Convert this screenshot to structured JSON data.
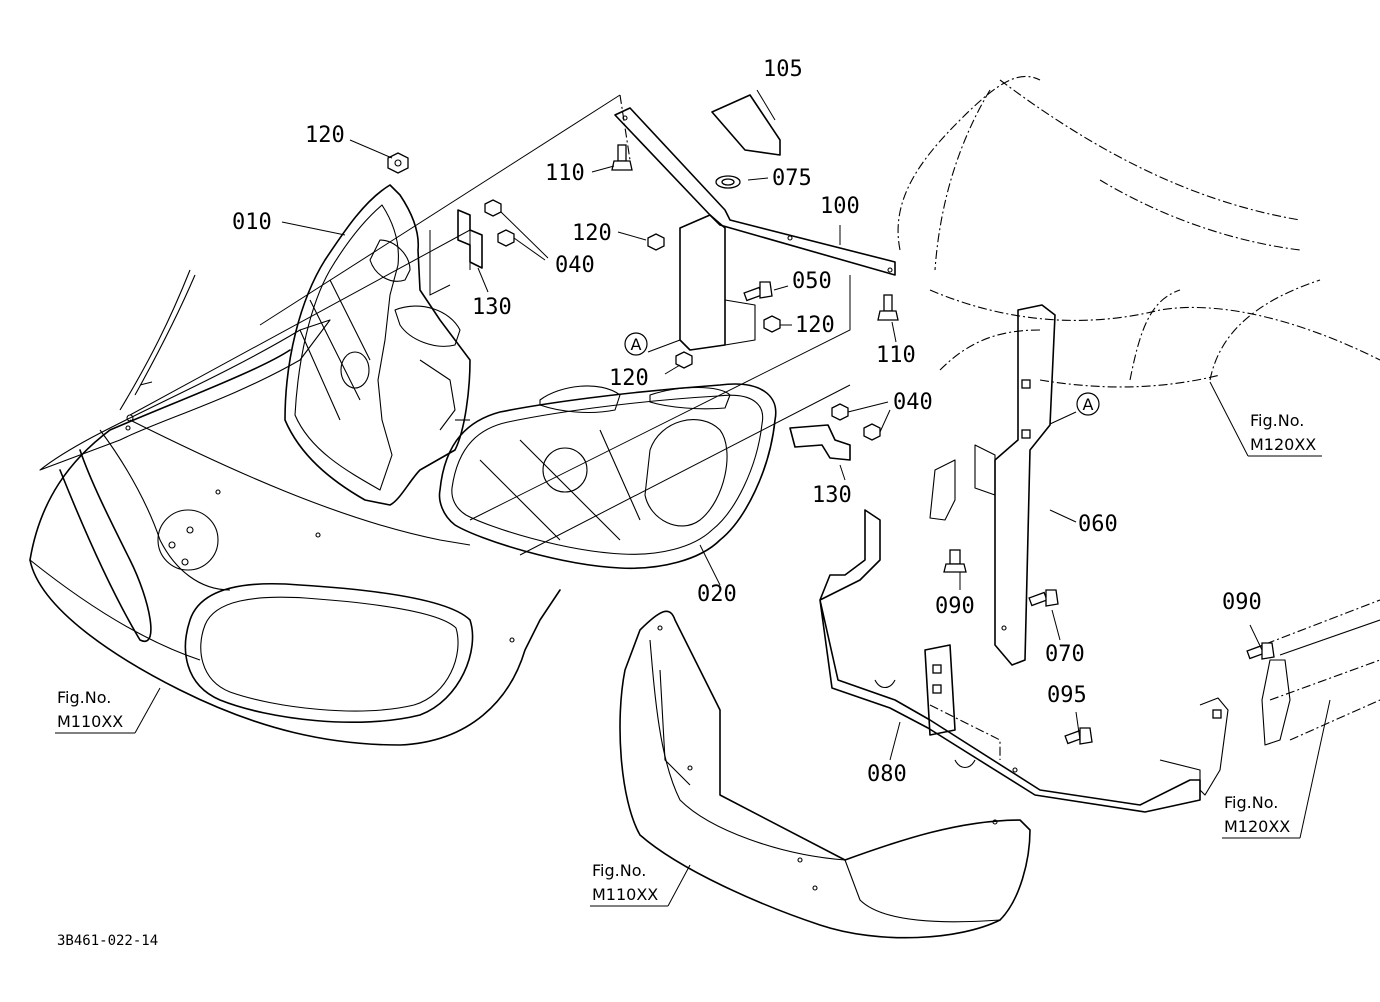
{
  "diagram_code": "3B461-022-14",
  "parts": [
    {
      "id": "p010",
      "number": "010"
    },
    {
      "id": "p020",
      "number": "020"
    },
    {
      "id": "p040a",
      "number": "040"
    },
    {
      "id": "p040b",
      "number": "040"
    },
    {
      "id": "p050",
      "number": "050"
    },
    {
      "id": "p060",
      "number": "060"
    },
    {
      "id": "p070",
      "number": "070"
    },
    {
      "id": "p075",
      "number": "075"
    },
    {
      "id": "p080",
      "number": "080"
    },
    {
      "id": "p090a",
      "number": "090"
    },
    {
      "id": "p090b",
      "number": "090"
    },
    {
      "id": "p095",
      "number": "095"
    },
    {
      "id": "p100",
      "number": "100"
    },
    {
      "id": "p105",
      "number": "105"
    },
    {
      "id": "p110a",
      "number": "110"
    },
    {
      "id": "p110b",
      "number": "110"
    },
    {
      "id": "p120a",
      "number": "120"
    },
    {
      "id": "p120b",
      "number": "120"
    },
    {
      "id": "p120c",
      "number": "120"
    },
    {
      "id": "p120d",
      "number": "120"
    },
    {
      "id": "p130a",
      "number": "130"
    },
    {
      "id": "p130b",
      "number": "130"
    }
  ],
  "callouts": [
    {
      "letter": "A"
    },
    {
      "letter": "A"
    }
  ],
  "figure_refs": [
    {
      "prefix": "Fig.No.",
      "ref": "M110XX"
    },
    {
      "prefix": "Fig.No.",
      "ref": "M110XX"
    },
    {
      "prefix": "Fig.No.",
      "ref": "M120XX"
    },
    {
      "prefix": "Fig.No.",
      "ref": "M120XX"
    }
  ]
}
